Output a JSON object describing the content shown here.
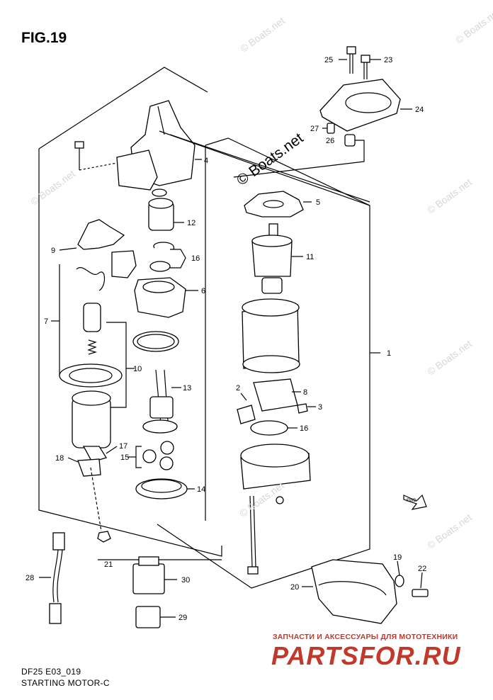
{
  "figure": {
    "title": "FIG.19",
    "code": "DF25 E03_019",
    "caption": "STARTING MOTOR-C"
  },
  "watermarks": {
    "center": "© Boats.net",
    "faint": "© Boats.net",
    "shop_tagline": "ЗАПЧАСТИ И АКСЕССУАРЫ ДЛЯ МОТОТЕХНИКИ",
    "shop_logo": "PARTSFOR.RU",
    "shop_color": "#c0392b"
  },
  "fwd_marker": "FWD",
  "callouts": {
    "c1": "1",
    "c2": "2",
    "c3": "3",
    "c4": "4",
    "c5": "5",
    "c6": "6",
    "c7": "7",
    "c8": "8",
    "c9": "9",
    "c10": "10",
    "c11": "11",
    "c12": "12",
    "c13": "13",
    "c14": "14",
    "c15": "15",
    "c16a": "16",
    "c16b": "16",
    "c17": "17",
    "c18": "18",
    "c19": "19",
    "c20": "20",
    "c21": "21",
    "c22": "22",
    "c23": "23",
    "c24": "24",
    "c25": "25",
    "c26": "26",
    "c27": "27",
    "c28": "28",
    "c29": "29",
    "c30": "30"
  }
}
